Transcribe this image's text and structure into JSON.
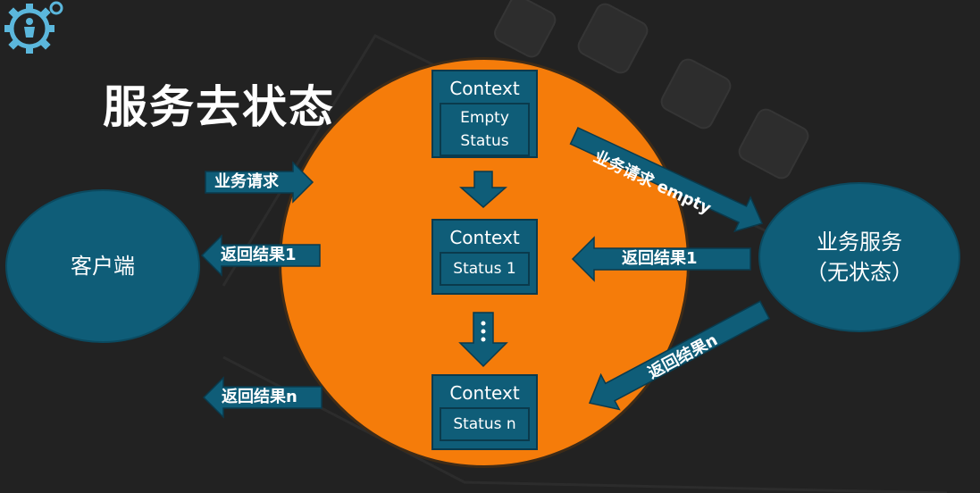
{
  "title": "服务去状态",
  "client": {
    "label": "客户端"
  },
  "service": {
    "line1": "业务服务",
    "line2": "（无状态）"
  },
  "contexts": [
    {
      "title": "Context",
      "status_lines": [
        "Empty",
        "Status"
      ]
    },
    {
      "title": "Context",
      "status": "Status 1"
    },
    {
      "title": "Context",
      "status": "Status n"
    }
  ],
  "arrows": {
    "client_request": "业务请求",
    "client_result1": "返回结果1",
    "client_resultn": "返回结果n",
    "service_request": "业务请求 empty",
    "service_result1": "返回结果1",
    "service_resultn": "返回结果n"
  },
  "colors": {
    "background": "#222222",
    "circle": "#f57c0a",
    "node": "#0f5d78",
    "arrow": "#0f5d78",
    "logo": "#5bb7dc"
  },
  "icons": [
    "gear-logo-icon"
  ]
}
